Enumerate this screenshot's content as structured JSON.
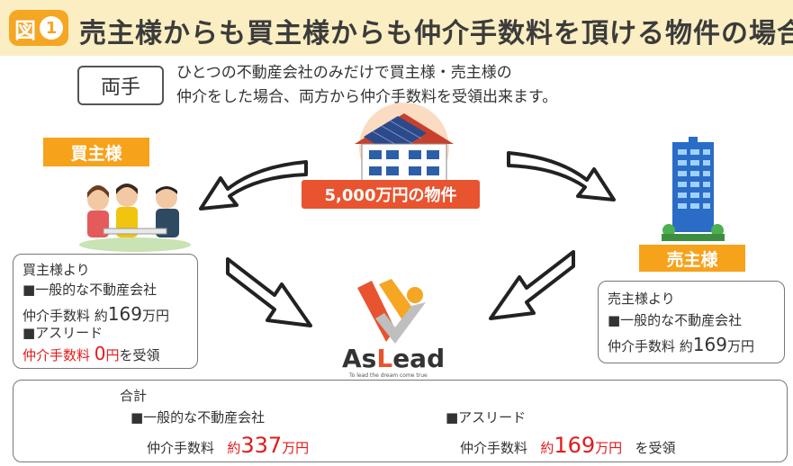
{
  "header": {
    "badge_text": "図",
    "badge_num": "1",
    "title": "売主様からも買主様からも仲介手数料を頂ける物件の場合"
  },
  "ryote": {
    "label": "両手",
    "desc_line1": "ひとつの不動産会社のみだけで買主様・売主様の",
    "desc_line2": "仲介をした場合、両方から仲介手数料を受領出来ます。"
  },
  "property_label": "5,000万円の物件",
  "buyer": {
    "tag": "買主様",
    "box": {
      "line1": "買主様より",
      "line2": "■一般的な不動産会社",
      "line3_prefix": "仲介手数料 約",
      "line3_num": "169",
      "line3_suffix": "万円",
      "line4": "■アスリード",
      "line5_red": "仲介手数料",
      "line5_red_num": "0",
      "line5_red_unit": "円",
      "line5_suffix": "を受領"
    }
  },
  "seller": {
    "tag": "売主様",
    "box": {
      "line1": "売主様より",
      "line2": "■一般的な不動産会社",
      "line3_prefix": "仲介手数料 約",
      "line3_num": "169",
      "line3_suffix": "万円"
    }
  },
  "logo": {
    "text_a": "As",
    "text_l": "L",
    "text_rest": "ead",
    "tagline": "To lead the dream come true"
  },
  "total": {
    "heading": "合計",
    "left_label": "■一般的な不動産会社",
    "left_fee": "仲介手数料",
    "left_prefix": "約",
    "left_num": "337",
    "left_unit": "万円",
    "right_label": "■アスリード",
    "right_fee": "仲介手数料",
    "right_prefix": "約",
    "right_num": "169",
    "right_unit": "万円",
    "right_suffix": "を受領"
  },
  "colors": {
    "accent_orange": "#f7a21b",
    "property_red": "#e8542f",
    "text_red": "#e21b1b",
    "header_band": "#fbeec2"
  }
}
